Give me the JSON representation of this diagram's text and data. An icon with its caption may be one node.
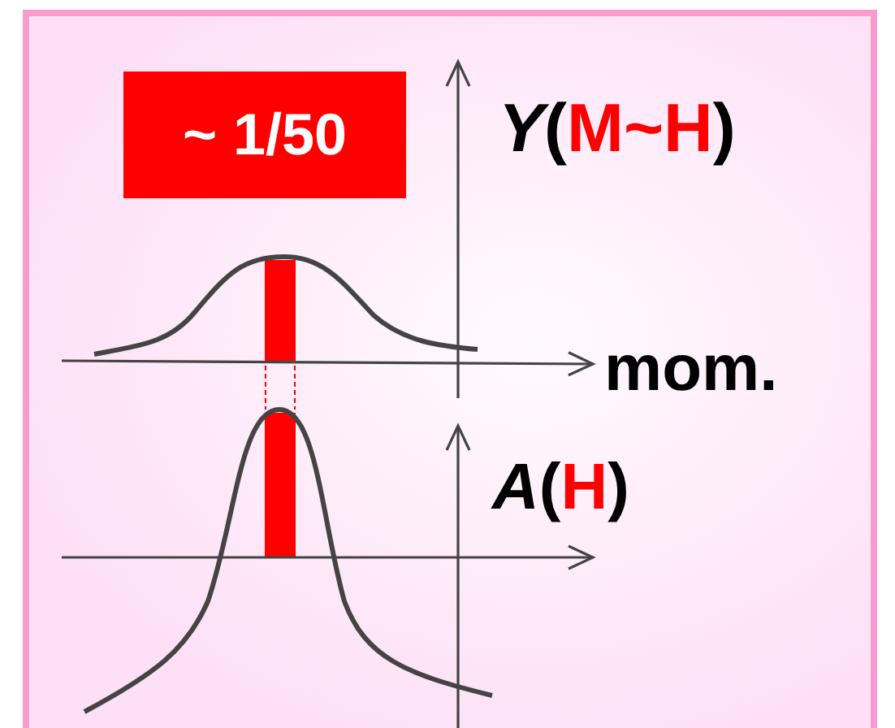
{
  "diagram": {
    "nodes": [
      {
        "text": [
          "~ 1/50"
        ]
      }
    ],
    "labels": [
      "Y(M~H)",
      "mom.",
      "A(H)"
    ]
  }
}
